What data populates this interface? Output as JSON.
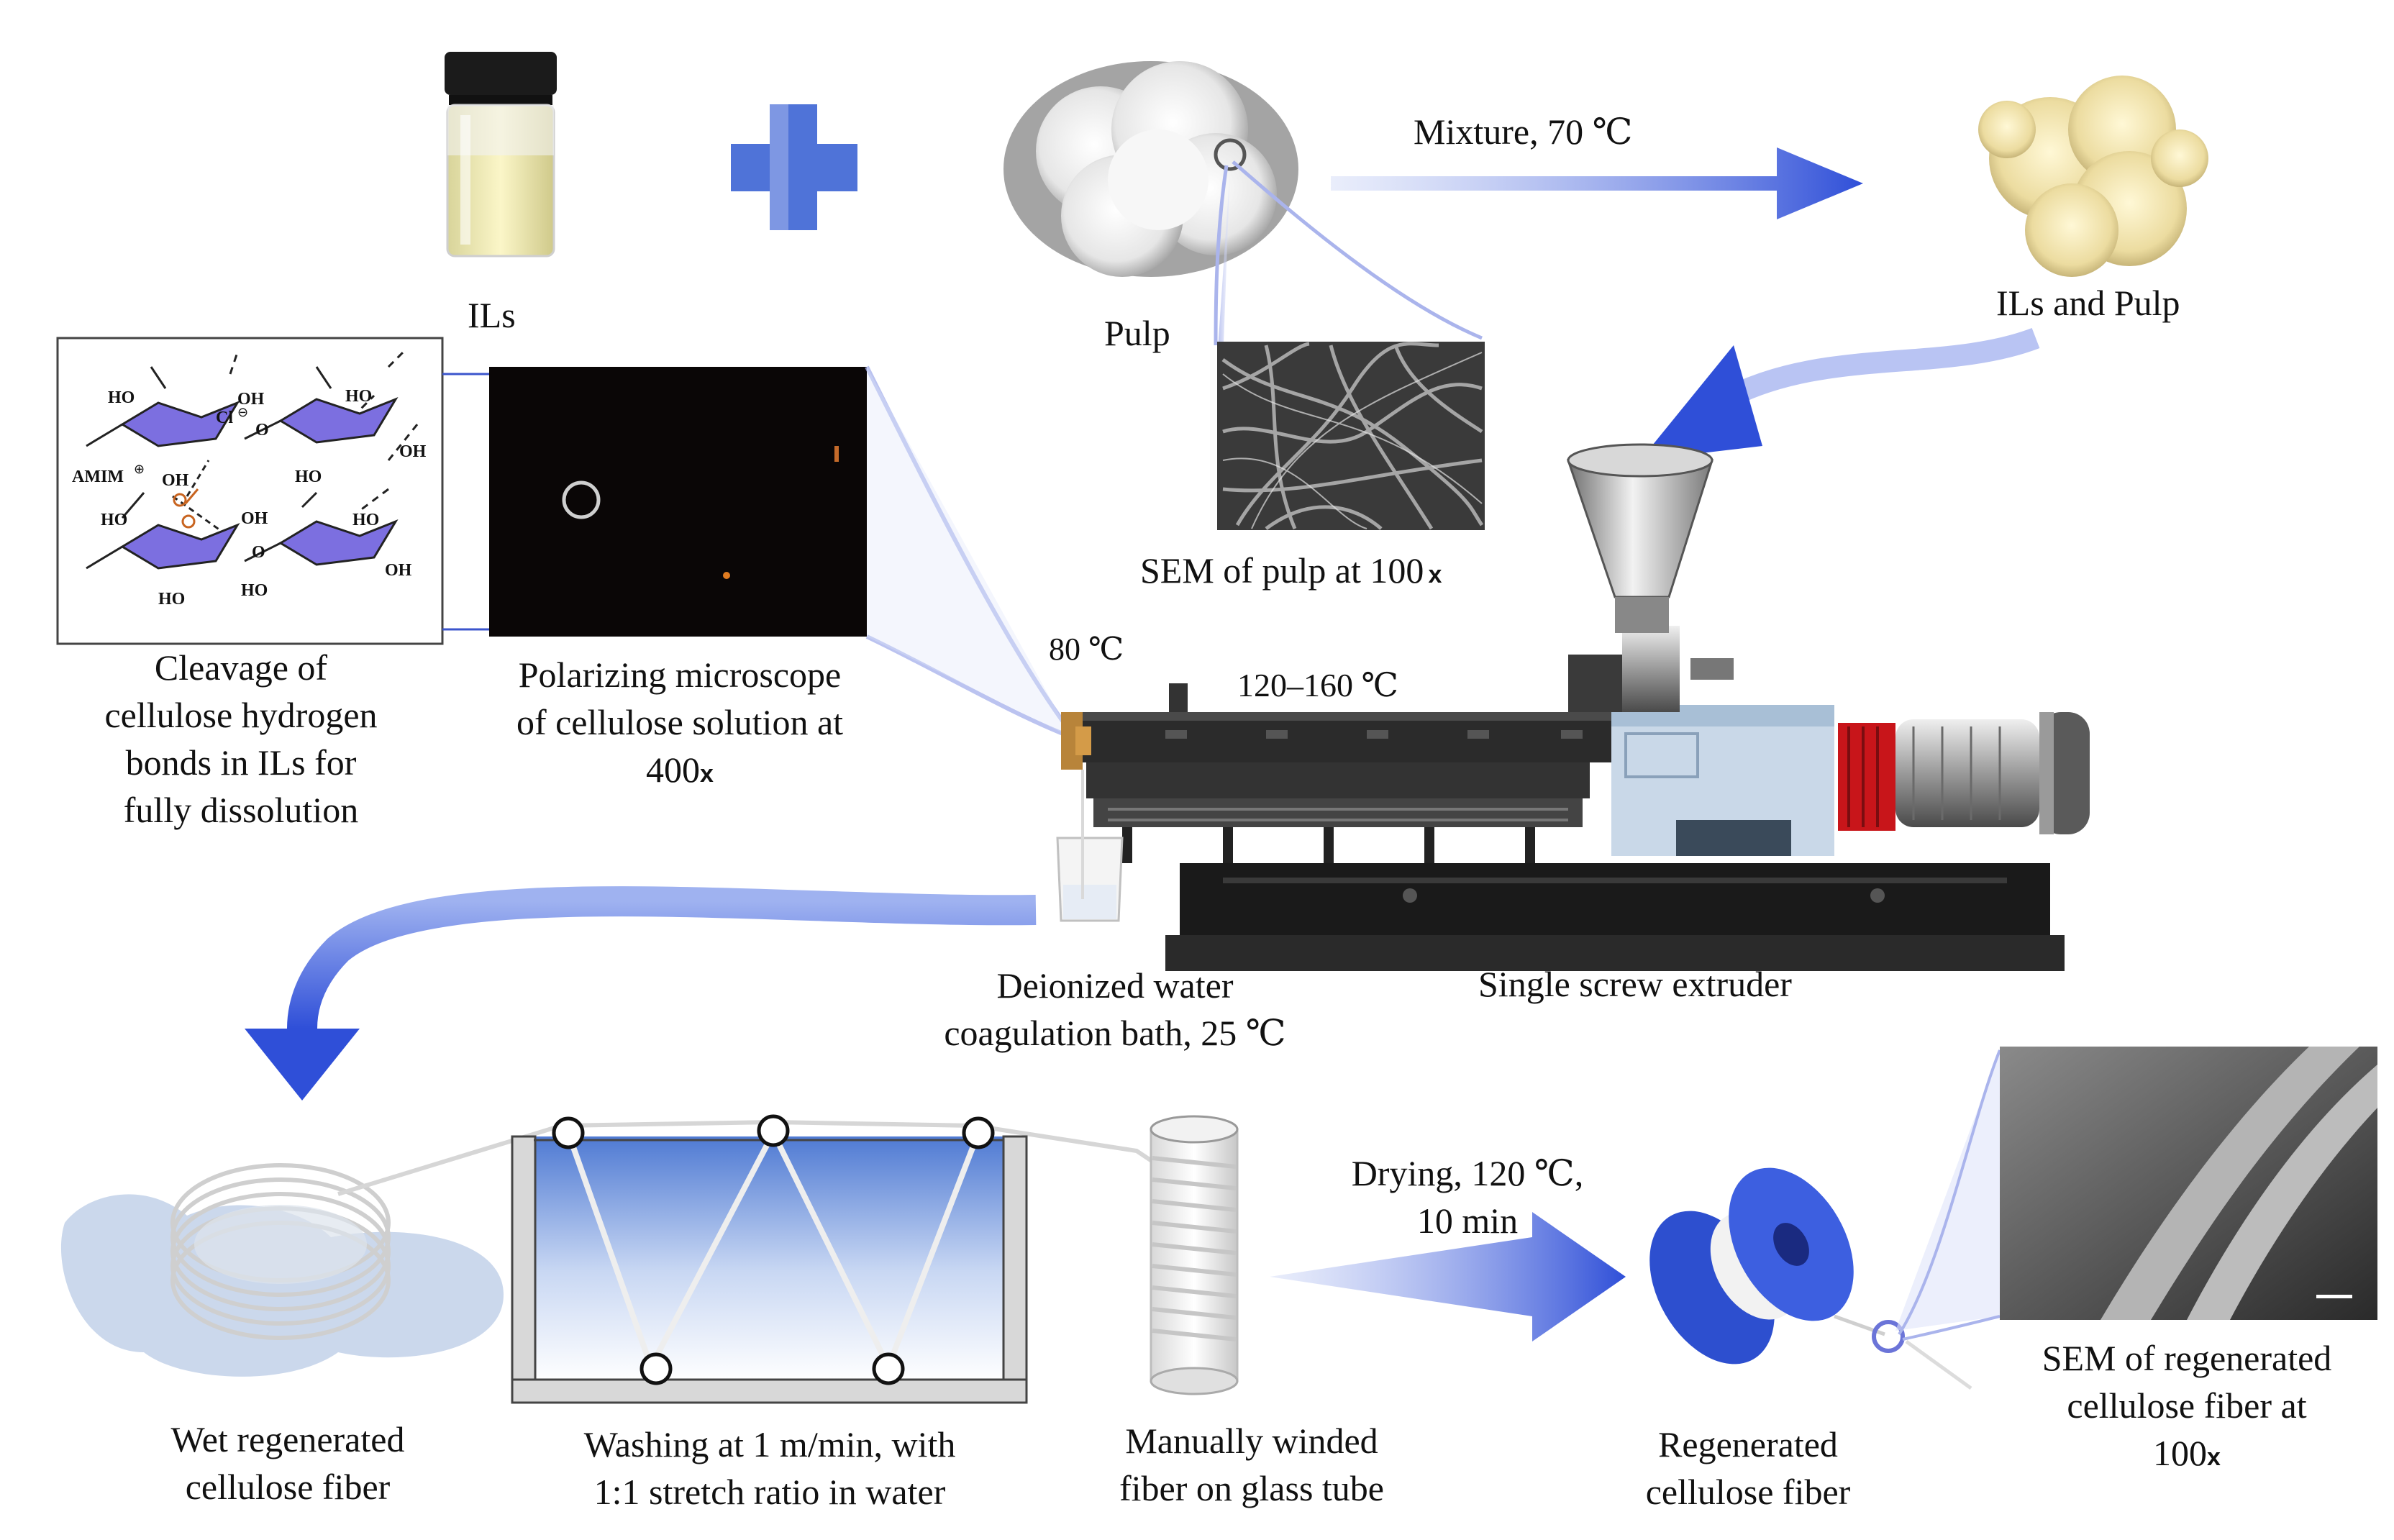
{
  "labels": {
    "ils": "ILs",
    "pulp": "Pulp",
    "mixture": "Mixture, 70 ℃",
    "ils_and_pulp": "ILs and Pulp",
    "sem_pulp": "SEM of pulp at 100",
    "sem_pulp_mag": "x",
    "cleavage": [
      "Cleavage of",
      "cellulose hydrogen",
      "bonds in ILs for",
      "fully dissolution"
    ],
    "polarizing": [
      "Polarizing microscope",
      "of cellulose solution at"
    ],
    "polarizing_mag": "400",
    "polarizing_mag_x": "x",
    "temp_80": "80 ℃",
    "temp_120_160": "120–160 ℃",
    "deionized": [
      "Deionized water",
      "coagulation bath, 25 ℃"
    ],
    "extruder": "Single screw  extruder",
    "drying": [
      "Drying, 120 ℃,",
      "10 min"
    ],
    "wet_fiber": [
      "Wet regenerated",
      "cellulose fiber"
    ],
    "washing": [
      "Washing at 1 m/min, with",
      "1:1 stretch ratio in water"
    ],
    "winded": [
      "Manually winded",
      "fiber on glass tube"
    ],
    "regenerated": [
      "Regenerated",
      "cellulose fiber"
    ],
    "sem_regen": [
      "SEM of regenerated",
      "cellulose fiber at"
    ],
    "sem_regen_mag": "100",
    "sem_regen_mag_x": "x"
  },
  "chem": {
    "ho": "HO",
    "oh": "OH",
    "o": "O",
    "amim": "AMIM",
    "cl": "Cl"
  },
  "colors": {
    "arrow": "#2f4fd8",
    "plus": "#4f73d8",
    "water": "#5c86d6",
    "ring": "#6b74d8",
    "spool": "#2d4fcf"
  },
  "icons": [
    "plus-icon",
    "arrow-icon",
    "vial-icon",
    "pulp-icon",
    "extruder-icon",
    "beaker-icon",
    "spool-icon",
    "glass-tube-icon",
    "water-tank-icon"
  ]
}
